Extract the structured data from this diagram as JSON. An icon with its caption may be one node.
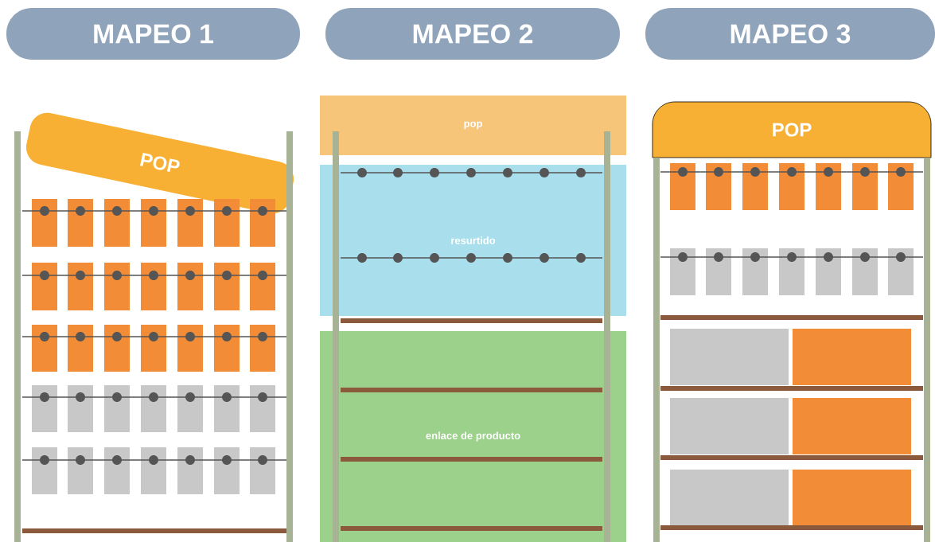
{
  "diagram": {
    "nodes": [
      {
        "text": [
          "MAPEO 1"
        ]
      },
      {
        "text": [
          "MAPEO 2"
        ]
      },
      {
        "text": [
          "MAPEO 3"
        ]
      },
      {
        "text": [
          "POP"
        ]
      },
      {
        "text": [
          "pop"
        ]
      },
      {
        "text": [
          "resurtido"
        ]
      },
      {
        "text": [
          "enlace de producto"
        ]
      },
      {
        "text": [
          "POP"
        ]
      }
    ]
  }
}
